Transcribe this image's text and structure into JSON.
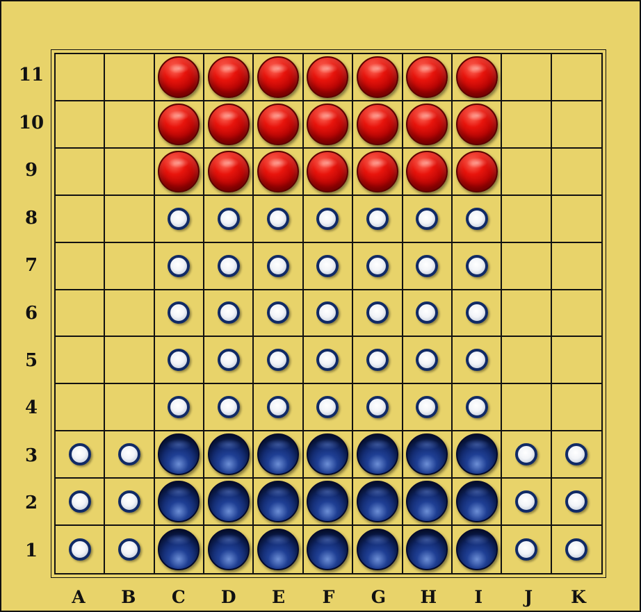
{
  "board": {
    "columns": [
      "A",
      "B",
      "C",
      "D",
      "E",
      "F",
      "G",
      "H",
      "I",
      "J",
      "K"
    ],
    "rows": [
      "11",
      "10",
      "9",
      "8",
      "7",
      "6",
      "5",
      "4",
      "3",
      "2",
      "1"
    ],
    "colors": {
      "background": "#e8d36a",
      "grid_lines": "#111111",
      "red_piece": "#d40a06",
      "blue_piece": "#14306e",
      "marble_rim": "#102a66",
      "marble_face": "#f2f4f8"
    },
    "legend": "r = red piece, b = blue piece, m = white marble, . = empty",
    "cells": [
      "..rrrrrrr..",
      "..rrrrrrr..",
      "..rrrrrrr..",
      "..mmmmmmm..",
      "..mmmmmmm..",
      "..mmmmmmm..",
      "..mmmmmmm..",
      "..mmmmmmm..",
      "mmbbbbbbbmm",
      "mmbbbbbbbmm",
      "mmbbbbbbbmm"
    ]
  }
}
